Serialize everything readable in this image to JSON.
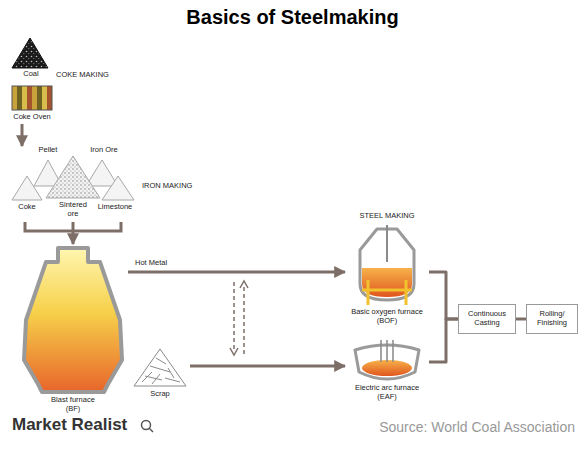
{
  "diagram": {
    "title": "Basics of Steelmaking",
    "nodes": [
      {
        "text": [
          "Coal"
        ]
      },
      {
        "text": [
          "Coke Oven"
        ]
      },
      {
        "text": [
          "Pellet",
          "Iron Ore",
          "Coke",
          "Sintered ore",
          "Limestone"
        ]
      },
      {
        "text": [
          "Blast furnace (BF)"
        ]
      },
      {
        "text": [
          "Scrap"
        ]
      },
      {
        "text": [
          "STEEL MAKING",
          "Basic oxygen furnace (BOF)"
        ]
      },
      {
        "text": [
          "Electric arc furnace (EAF)"
        ]
      },
      {
        "text": [
          "Continuous Casting"
        ]
      },
      {
        "text": [
          "Rolling/ Finishing"
        ]
      }
    ],
    "edges": [
      {
        "from": 1,
        "to": 2,
        "arrow": "to"
      },
      {
        "from": 2,
        "to": 3,
        "arrow": "to"
      },
      {
        "from": 3,
        "to": 5,
        "label": "Hot Metal",
        "arrow": "to"
      },
      {
        "from": 4,
        "to": 6,
        "arrow": "to"
      },
      {
        "from": 5,
        "to": 7,
        "arrow": "none"
      },
      {
        "from": 6,
        "to": 7,
        "arrow": "none"
      },
      {
        "from": 7,
        "to": 8,
        "arrow": "none"
      }
    ],
    "labels": [
      "COKE MAKING",
      "IRON MAKING",
      "Market Realist",
      "Source: World Coal Association"
    ]
  }
}
